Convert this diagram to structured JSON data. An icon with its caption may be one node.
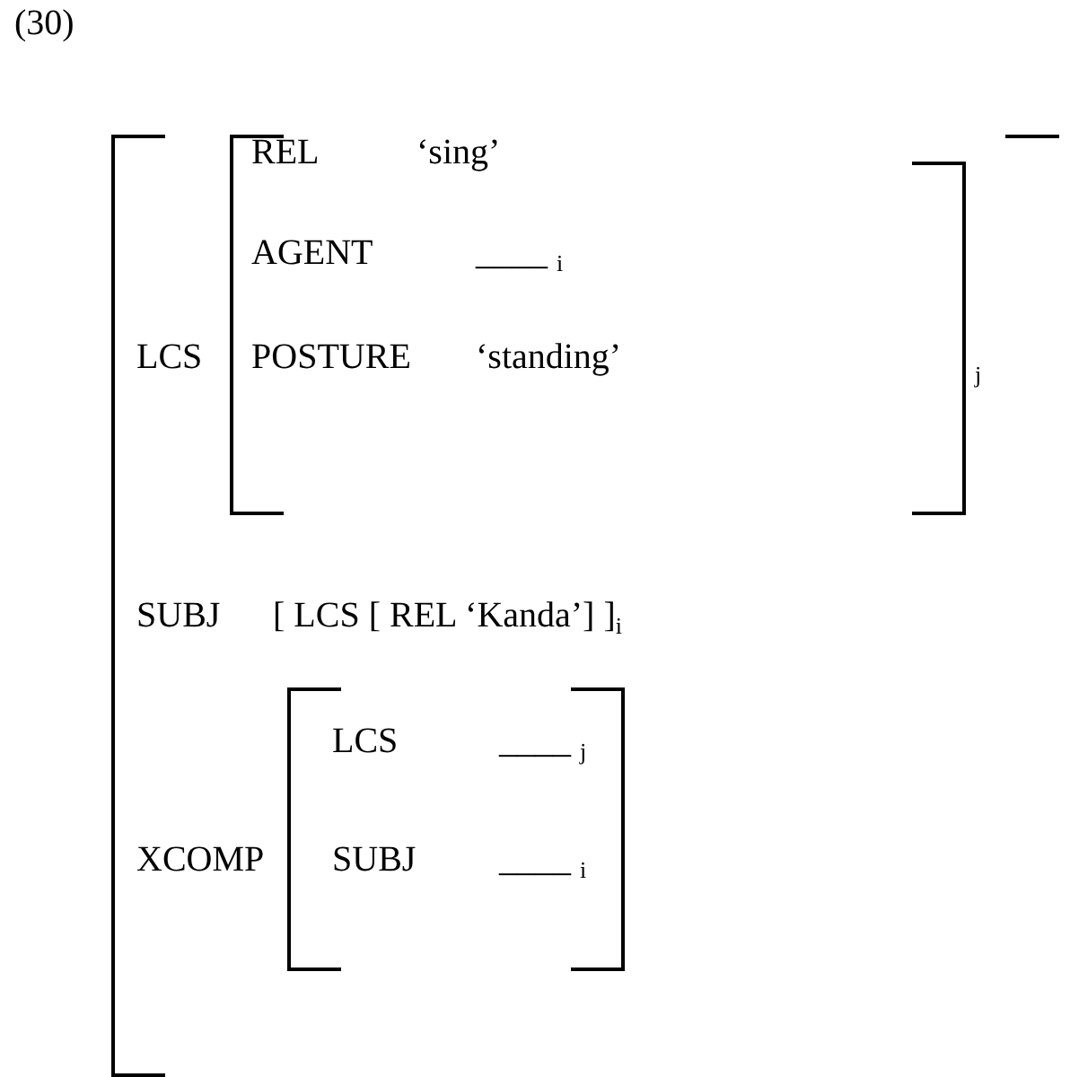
{
  "diagram": {
    "nodes": [
      {
        "text": [
          "LCS",
          "SUBJ",
          "[ LCS [ REL ‘Kanda’] ]$_{i}$",
          "XCOMP"
        ]
      },
      {
        "text": [
          "REL",
          "‘sing’",
          "AGENT",
          "____ $_{i}$",
          "POSTURE",
          "‘standing’"
        ],
        "in": 0,
        "beside": [
          "j"
        ]
      },
      {
        "text": [
          "LCS",
          "____ $_{j}$",
          "SUBJ",
          "____ $_{i}$"
        ],
        "in": 0
      }
    ],
    "labels": [
      "(30)"
    ]
  }
}
